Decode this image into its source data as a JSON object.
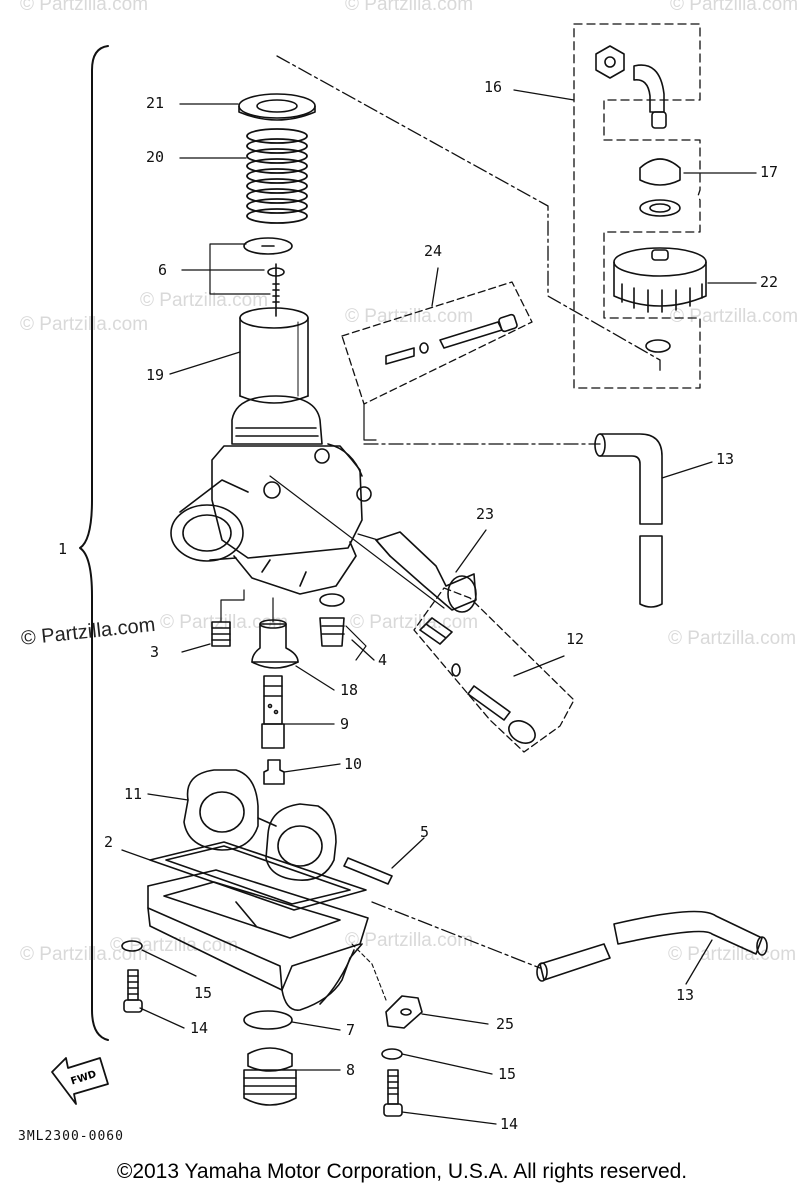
{
  "watermarks": [
    "© Partzilla.com",
    "© Partzilla.com",
    "© Partzilla.com",
    "© Partzilla.com",
    "© Partzilla.com",
    "© Partzilla.com",
    "© Partzilla.com",
    "© Partzilla.com",
    "© Partzilla.com",
    "© Partzilla.com",
    "© Partzilla.com",
    "© Partzilla.com",
    "© Partzilla.com",
    "© Partzilla.com"
  ],
  "watermark_main": "© Partzilla.com",
  "callouts": {
    "c1": "1",
    "c2": "2",
    "c3": "3",
    "c4": "4",
    "c5": "5",
    "c6": "6",
    "c7": "7",
    "c8": "8",
    "c9": "9",
    "c10": "10",
    "c11": "11",
    "c12": "12",
    "c13a": "13",
    "c13b": "13",
    "c14a": "14",
    "c14b": "14",
    "c15a": "15",
    "c15b": "15",
    "c16": "16",
    "c17": "17",
    "c18": "18",
    "c19": "19",
    "c20": "20",
    "c21": "21",
    "c22": "22",
    "c23": "23",
    "c24": "24",
    "c25": "25"
  },
  "fwd_label": "FWD",
  "part_code": "3ML2300-0060",
  "copyright": "©2013  Yamaha Motor Corporation, U.S.A. All rights reserved."
}
